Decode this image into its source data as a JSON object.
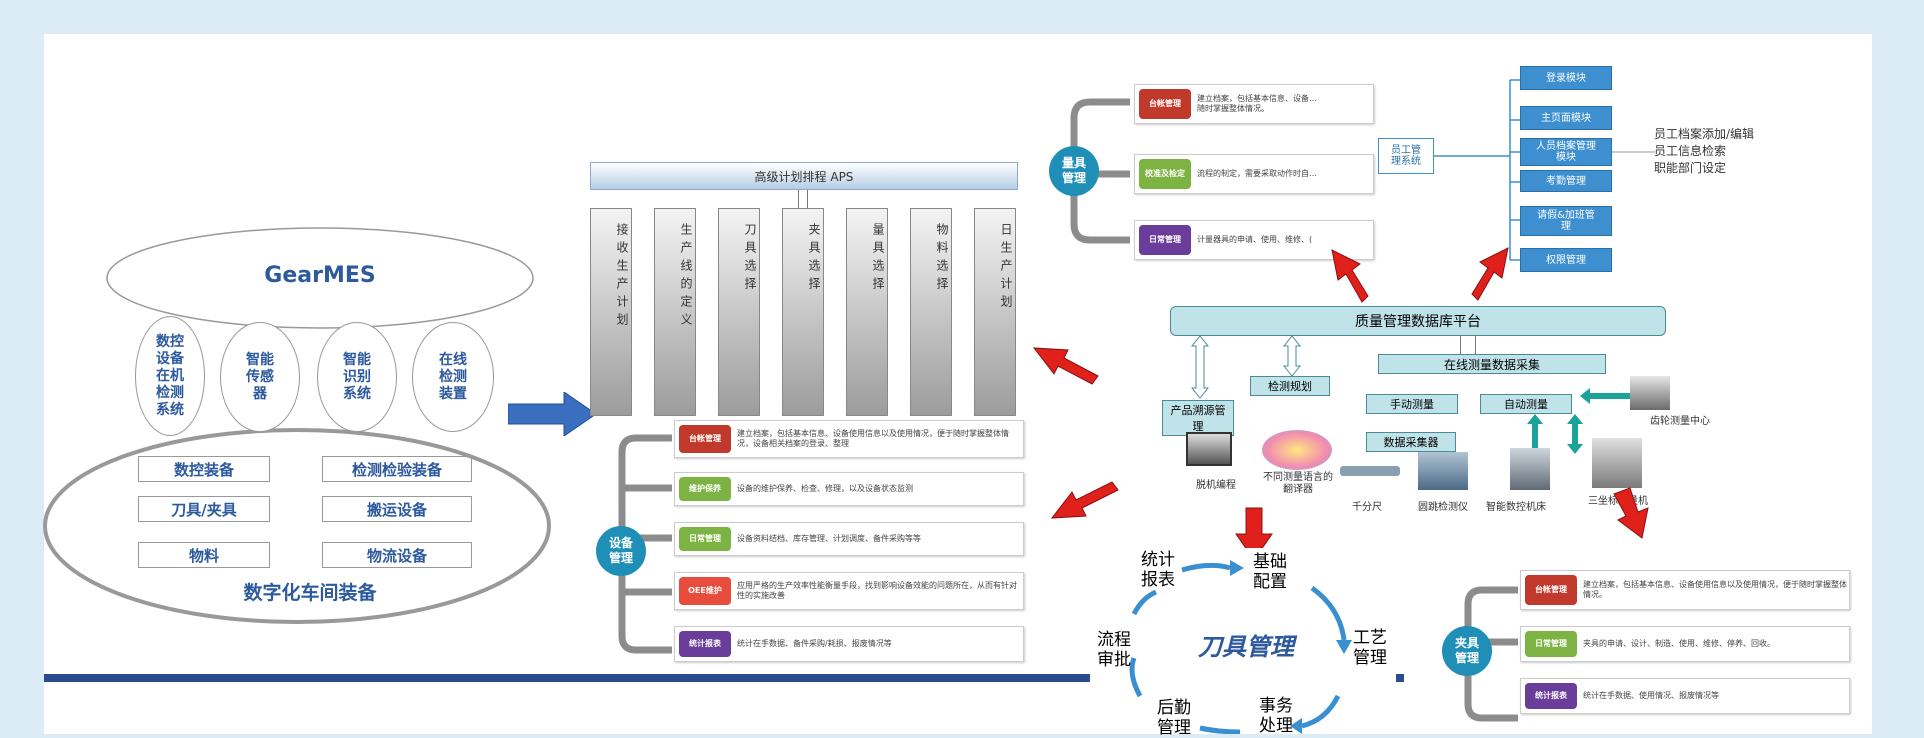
{
  "gearmes": {
    "title": "GearMES",
    "modules": [
      "数控设备在机检测系统",
      "智能传感器",
      "智能识别系统",
      "在线检测装置"
    ],
    "equipment": [
      "数控装备",
      "检测检验装备",
      "刀具/夹具",
      "搬运设备",
      "物料",
      "物流设备"
    ],
    "footer": "数字化车间装备"
  },
  "aps": {
    "title": "高级计划排程 APS",
    "columns": [
      "接收生产计划",
      "生产线的定义",
      "刀具选择",
      "夹具选择",
      "量具选择",
      "物料选择",
      "日生产计划"
    ]
  },
  "measuring_tools": {
    "bubble": "量具管理",
    "rows": [
      {
        "tag": "台帐管理",
        "text": "建立档案，包括基本信息、设备…\n随时掌握整体情况。",
        "color": "#c0392b"
      },
      {
        "tag": "校准及检定",
        "text": "流程的制定，需要采取动作时自…",
        "color": "#7cb342"
      },
      {
        "tag": "日常管理",
        "text": "计量器具的申请、使用、维修、(",
        "color": "#6a3d9a"
      }
    ]
  },
  "staff": {
    "system": "员工管理系统",
    "modules": [
      "登录模块",
      "主页面模块",
      "人员档案管理模块",
      "考勤管理",
      "请假&加班管理",
      "权限管理"
    ],
    "details": [
      "员工档案添加/编辑",
      "员工信息检索",
      "职能部门设定"
    ]
  },
  "quality": {
    "platform": "质量管理数据库平台",
    "online": "在线测量数据采集",
    "product": "产品溯源管理",
    "inspect_plan": "检测规划",
    "manual": "手动测量",
    "auto": "自动测量",
    "collector": "数据采集器",
    "gear_center": "齿轮测量中心",
    "offline": "脱机编程",
    "translator": "不同测量语言的翻译器",
    "devices": [
      "千分尺",
      "圆跳检测仪",
      "智能数控机床",
      "三坐标测量机"
    ]
  },
  "device_mgmt": {
    "bubble": "设备管理",
    "rows": [
      {
        "tag": "台帐管理",
        "text": "建立档案，包括基本信息、设备使用信息以及使用情况，便于随时掌握整体情况，设备相关档案的登录、整理",
        "color": "#c0392b"
      },
      {
        "tag": "维护保养",
        "text": "设备的维护保养、检查、修理，以及设备状态监测",
        "color": "#7cb342"
      },
      {
        "tag": "日常管理",
        "text": "设备资料结档、库存管理、计划调度、备件采购等等",
        "color": "#7cb342"
      },
      {
        "tag": "OEE维护",
        "text": "应用严格的生产效率性能衡量手段，找到影响设备效能的问题所在，从而有针对性的实施改善",
        "color": "#e74c3c"
      },
      {
        "tag": "统计报表",
        "text": "统计在手数据、备件采购/耗损、报废情况等",
        "color": "#6a3d9a"
      }
    ]
  },
  "tool_mgmt": {
    "title": "刀具管理",
    "stages": [
      "基础配置",
      "工艺管理",
      "事务处理",
      "后勤管理",
      "流程审批",
      "统计报表"
    ]
  },
  "fixture_mgmt": {
    "bubble": "夹具管理",
    "rows": [
      {
        "tag": "台帐管理",
        "text": "建立档案，包括基本信息、设备使用信息以及使用情况，便于随时掌握整体情况。",
        "color": "#c0392b"
      },
      {
        "tag": "日常管理",
        "text": "夹具的申请、设计、制造、使用、维修、停养、回收。",
        "color": "#7cb342"
      },
      {
        "tag": "统计报表",
        "text": "统计在手数据、使用情况、报废情况等",
        "color": "#6a3d9a"
      }
    ]
  },
  "colors": {
    "blue_arrow": "#3a6fc0",
    "red_arrow": "#e0201b",
    "mes_text": "#2d5a9e",
    "teal": "#bfe3e8"
  }
}
